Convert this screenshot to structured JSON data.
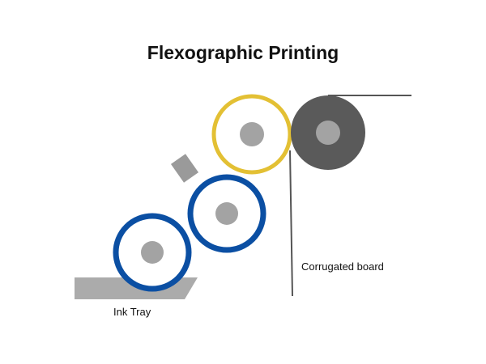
{
  "title": "Flexographic Printing",
  "labels": {
    "corrugated_board": "Corrugated board",
    "ink_tray": "Ink Tray"
  },
  "colors": {
    "blue_roller": "#0b4fa3",
    "yellow_roller": "#e3c034",
    "impression_roller": "#5a5a5a",
    "hub": "#a3a3a3",
    "tray": "#ababab",
    "board_line": "#555555",
    "doctor_blade": "#9a9a9a"
  }
}
